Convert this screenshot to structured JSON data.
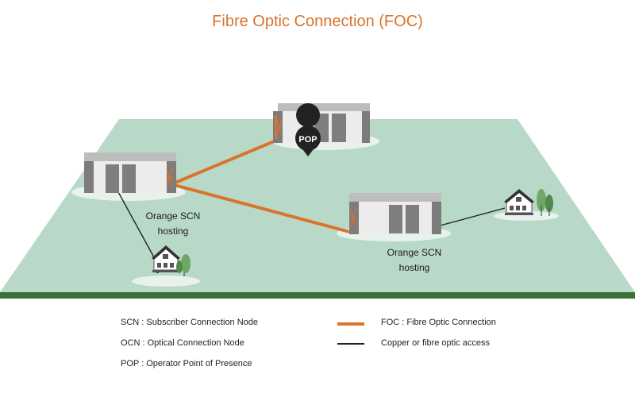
{
  "title": "Fibre Optic Connection (FOC)",
  "badge": "POP",
  "labels": {
    "scn_left": [
      "Orange SCN",
      "hosting"
    ],
    "scn_right": [
      "Orange SCN",
      "hosting"
    ]
  },
  "legend": {
    "scn": "SCN : Subscriber Connection Node",
    "ocn": "OCN : Optical Connection Node",
    "pop": "POP : Operator Point of Presence",
    "foc": "FOC : Fibre Optic Connection",
    "access": "Copper or fibre optic access"
  },
  "colors": {
    "accent": "#d8742b",
    "ground": "#b9d9c8",
    "ground_edge": "#3c6e3a",
    "access_line": "#222222"
  }
}
